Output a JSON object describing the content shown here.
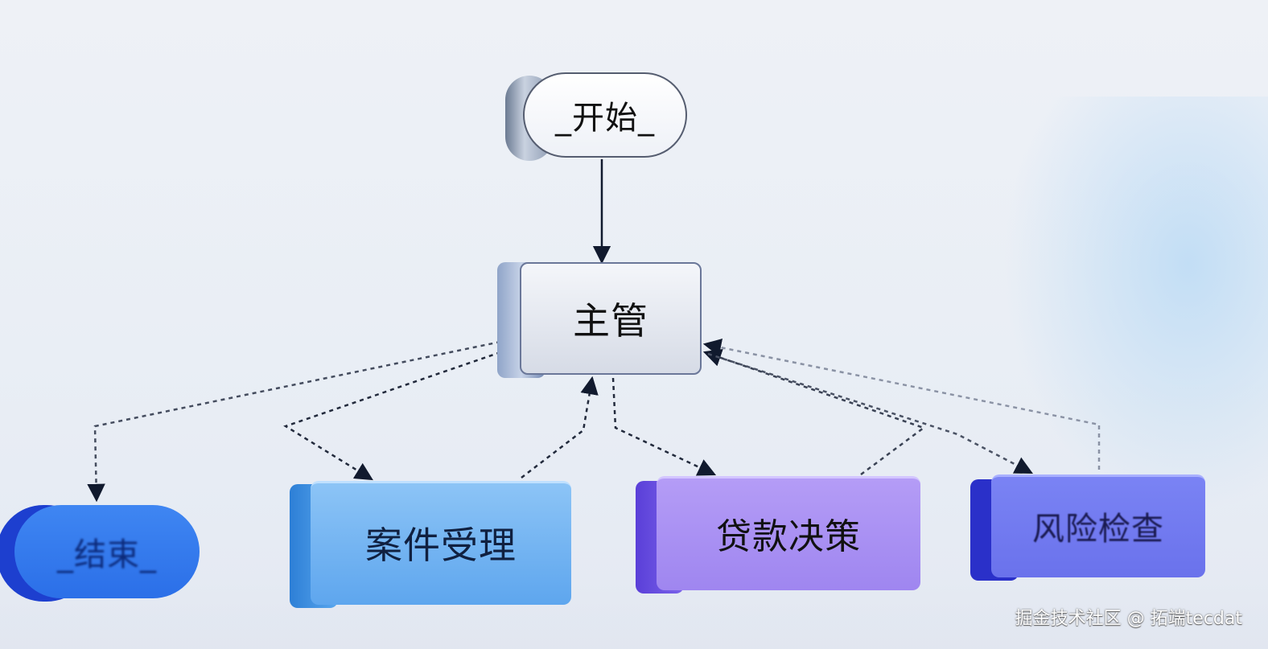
{
  "diagram": {
    "nodes": {
      "start": {
        "label": "_开始_",
        "shape": "pill"
      },
      "supervisor": {
        "label": "主管",
        "shape": "box"
      },
      "end": {
        "label": "_结束_",
        "shape": "pill",
        "color": "#2b6fe8"
      },
      "case_intake": {
        "label": "案件受理",
        "shape": "box",
        "color": "#6aaff0"
      },
      "loan_decision": {
        "label": "贷款决策",
        "shape": "box",
        "color": "#a68cf2"
      },
      "risk_check": {
        "label": "风险检查",
        "shape": "box",
        "color": "#6f78ee"
      }
    },
    "edges": [
      {
        "from": "start",
        "to": "supervisor",
        "style": "solid"
      },
      {
        "from": "supervisor",
        "to": "end",
        "style": "dashed"
      },
      {
        "from": "supervisor",
        "to": "case_intake",
        "style": "dashed"
      },
      {
        "from": "case_intake",
        "to": "supervisor",
        "style": "dashed"
      },
      {
        "from": "supervisor",
        "to": "loan_decision",
        "style": "dashed"
      },
      {
        "from": "loan_decision",
        "to": "supervisor",
        "style": "dashed"
      },
      {
        "from": "supervisor",
        "to": "risk_check",
        "style": "dashed"
      },
      {
        "from": "risk_check",
        "to": "supervisor",
        "style": "dashed"
      }
    ]
  },
  "watermark": "掘金技术社区 @ 拓端tecdat"
}
